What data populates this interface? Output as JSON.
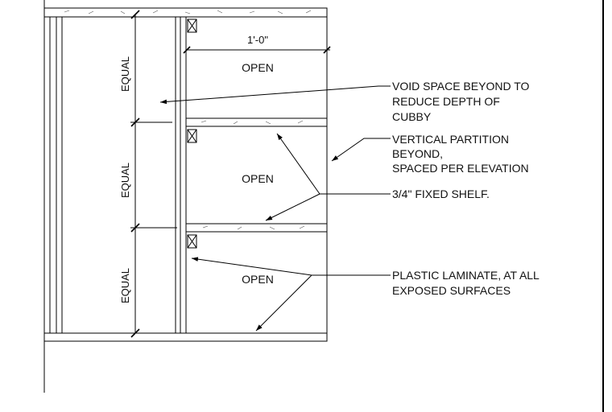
{
  "dimensions": {
    "width_label": "1'-0\"",
    "equal_labels": [
      "EQUAL",
      "EQUAL",
      "EQUAL"
    ]
  },
  "openings": [
    "OPEN",
    "OPEN",
    "OPEN"
  ],
  "notes": {
    "void_space": [
      "VOID SPACE BEYOND TO",
      "REDUCE DEPTH OF",
      "CUBBY"
    ],
    "vertical_partition": [
      "VERTICAL PARTITION",
      "BEYOND,",
      "SPACED PER ELEVATION"
    ],
    "fixed_shelf": [
      "3/4\" FIXED SHELF."
    ],
    "laminate": [
      "PLASTIC LAMINATE, AT ALL",
      "EXPOSED SURFACES"
    ]
  }
}
